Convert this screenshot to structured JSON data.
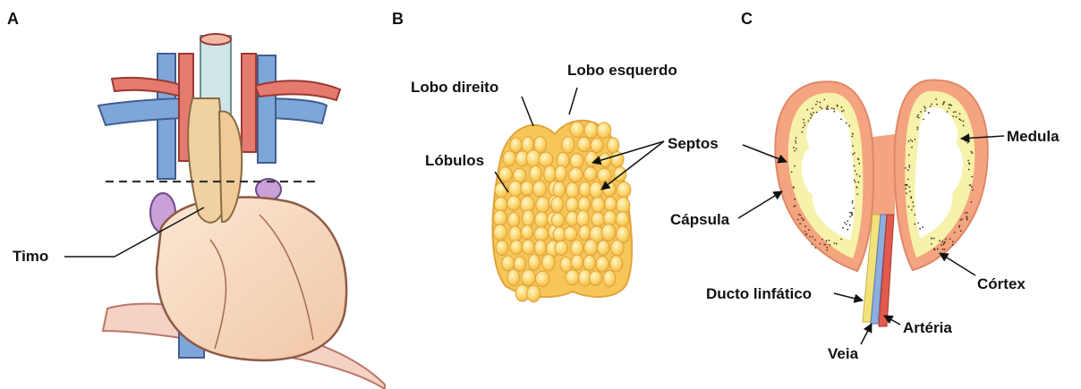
{
  "panels": [
    {
      "letter": "A",
      "labels": {
        "timo": "Timo"
      }
    },
    {
      "letter": "B",
      "labels": {
        "lobo_direito": "Lobo direito",
        "lobo_esquerdo": "Lobo esquerdo",
        "lobulos": "Lóbulos",
        "septos": "Septos"
      }
    },
    {
      "letter": "C",
      "labels": {
        "medula": "Medula",
        "capsula": "Cápsula",
        "cortex": "Córtex",
        "ducto_linfatico": "Ducto linfático",
        "arteria": "Artéria",
        "veia": "Veia"
      }
    }
  ],
  "colors": {
    "artery": "#e25a4e",
    "vein": "#6f95d1",
    "thymus": "#f0d2a2",
    "lobule": "#f7c95a",
    "capsule": "#f4a47e",
    "cortex": "#f6f2a9",
    "medulla": "#ffffff",
    "lymph_duct": "#f2e27a"
  }
}
